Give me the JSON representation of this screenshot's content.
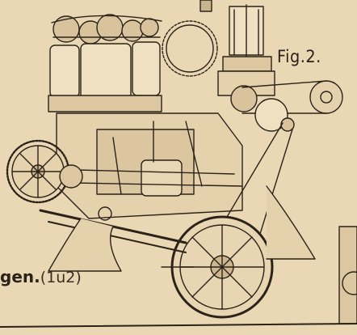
{
  "figure": {
    "label": "Fig.2.",
    "caption_bold": "gen.",
    "caption_rest": "(1u2)"
  },
  "colors": {
    "paper": "#ead8b4",
    "ink": "#2b2219",
    "shade": "#c9b48d"
  }
}
